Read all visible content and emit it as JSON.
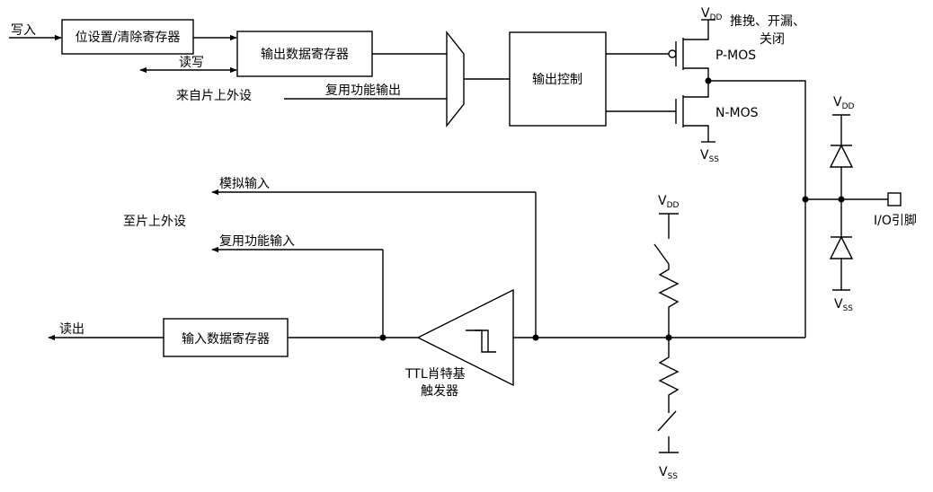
{
  "labels": {
    "write_in": "写入",
    "bit_set_clear_reg": "位设置/清除寄存器",
    "read_write": "读写",
    "output_data_reg": "输出数据寄存器",
    "from_onchip_periph": "来自片上外设",
    "alt_func_output": "复用功能输出",
    "output_control": "输出控制",
    "push_pull_od_1": "推挽、开漏、",
    "push_pull_od_2": "关闭",
    "pmos": "P-MOS",
    "nmos": "N-MOS",
    "analog_input": "模拟输入",
    "to_onchip_periph": "至片上外设",
    "alt_func_input": "复用功能输入",
    "read_out": "读出",
    "input_data_reg": "输入数据寄存器",
    "ttl_schmitt_1": "TTL肖特基",
    "ttl_schmitt_2": "触发器",
    "io_pin": "I/O引脚",
    "v_letter": "V",
    "dd_sub": "DD",
    "ss_sub": "SS"
  }
}
